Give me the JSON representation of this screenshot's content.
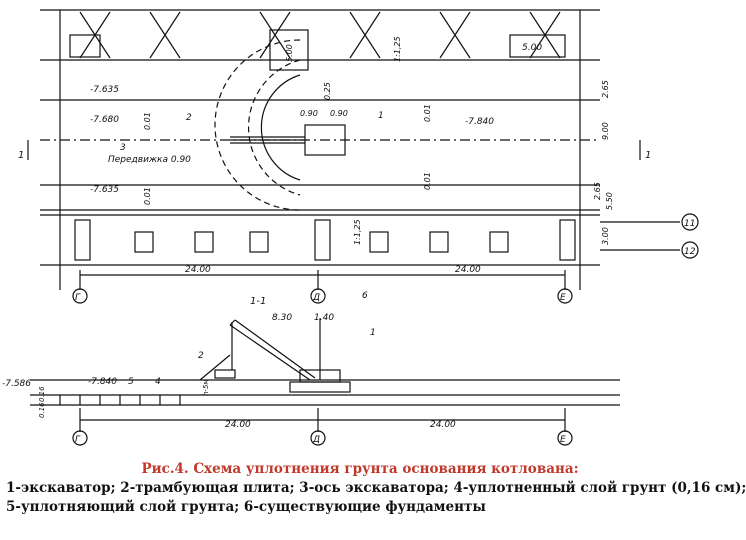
{
  "plan": {
    "levels": [
      "-7.635",
      "-7.680",
      "-7.840",
      "-7.635"
    ],
    "slope_top": "1:1,25",
    "slope_mid": "1:1,25",
    "dims_boxes": [
      "5.00",
      "5.00"
    ],
    "dims_small": [
      "0.90",
      "0.90",
      "0.25",
      "0.01",
      "0.01",
      "0.01",
      "0.01"
    ],
    "right_dims": [
      "2.65",
      "9.00",
      "2.65",
      "5.50",
      "3.00"
    ],
    "excavator_shift": "Передвижка 0.90",
    "bottom_dims": [
      "24.00",
      "24.00"
    ],
    "axes": [
      "Г",
      "Д",
      "Е"
    ],
    "row_axes": [
      "11",
      "12"
    ],
    "section_mark": "1",
    "callouts": [
      "1",
      "2",
      "3",
      "6"
    ]
  },
  "section": {
    "title": "1-1",
    "dim_top": "8.30",
    "dim_top2": "1.40",
    "level_left": "-7.586",
    "level_right": "-7.840",
    "dims_left": [
      "0.16",
      "0.16"
    ],
    "slope": "h-5м",
    "bottom_dims": [
      "24.00",
      "24.00"
    ],
    "axes": [
      "Г",
      "Д",
      "Е"
    ],
    "callouts": [
      "1",
      "2",
      "4",
      "5"
    ]
  },
  "caption": {
    "title": "Рис.4. Схема уплотнения грунта основания котлована:",
    "line1": "1-экскаватор; 2-трамбующая плита; 3-ось экскаватора; 4-уплотненный слой грунт (0,16 см);",
    "line2": "5-уплотняющий слой грунта; 6-существующие фундаменты"
  }
}
